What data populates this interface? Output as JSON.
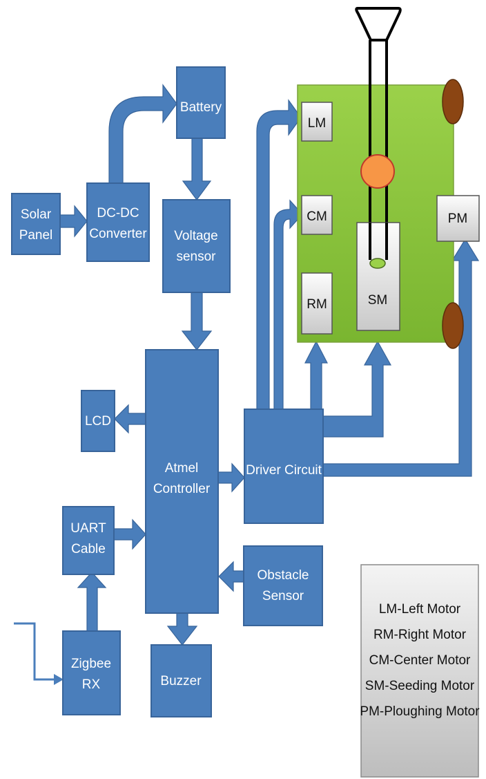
{
  "blocks": {
    "solar_panel": [
      "Solar",
      "Panel"
    ],
    "dc_dc_converter": [
      "DC-DC",
      "Converter"
    ],
    "battery": [
      "Battery"
    ],
    "voltage_sensor": [
      "Voltage",
      "sensor"
    ],
    "lcd": [
      "LCD"
    ],
    "atmel_controller": [
      "Atmel",
      "Controller"
    ],
    "driver_circuit": [
      "Driver Circuit"
    ],
    "uart_cable": [
      "UART",
      "Cable"
    ],
    "obstacle_sensor": [
      "Obstacle",
      "Sensor"
    ],
    "zigbee_rx": [
      "Zigbee",
      "RX"
    ],
    "buzzer": [
      "Buzzer"
    ]
  },
  "motors": {
    "lm": "LM",
    "cm": "CM",
    "rm": "RM",
    "sm": "SM",
    "pm": "PM"
  },
  "legend": [
    "LM-Left Motor",
    "RM-Right Motor",
    "CM-Center Motor",
    "SM-Seeding Motor",
    "PM-Ploughing Motor"
  ],
  "colors": {
    "block_fill": "#4a7ebb",
    "robot_body": "#8cc63f",
    "seed_wheel": "#f79646",
    "ground_wheel": "#8b4513"
  }
}
